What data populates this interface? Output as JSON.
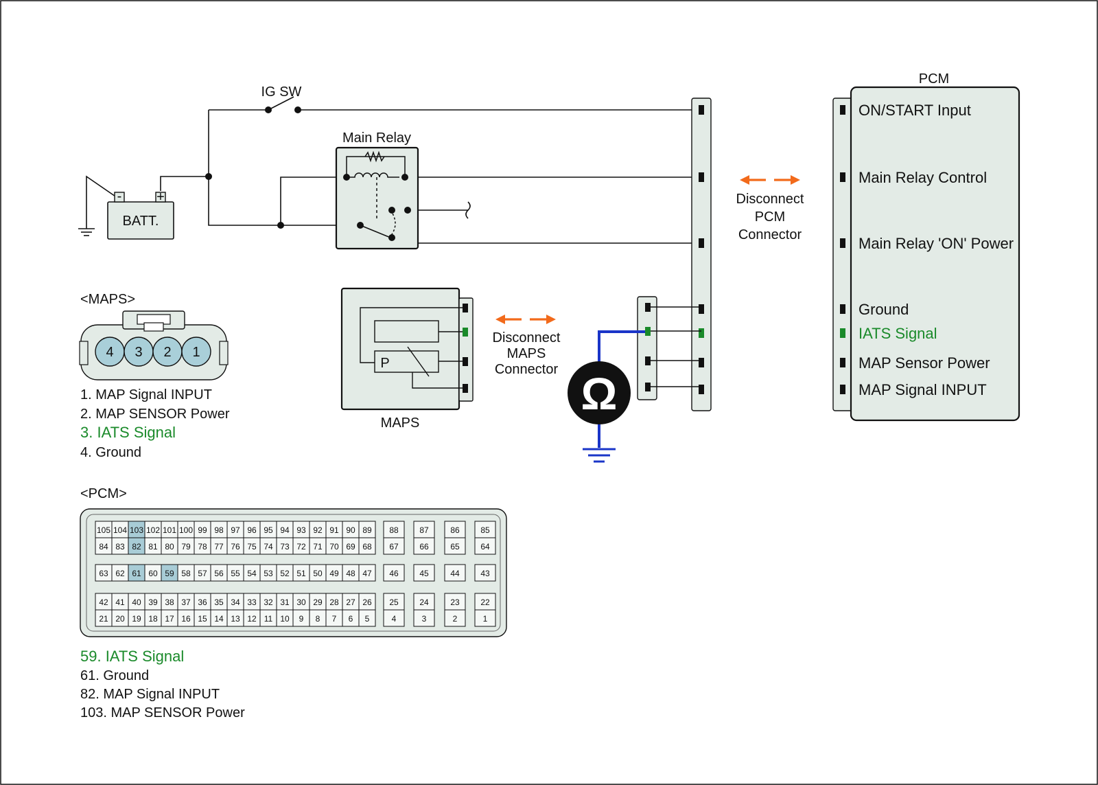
{
  "colors": {
    "wire": "#111111",
    "ground_probe": "#1a35c8",
    "disconnect_arrow": "#f26a1b",
    "highlight_text": "#1a8a2a",
    "connector_fill": "#e3ebe6",
    "pin_highlight": "#a8ccd6",
    "maps_pin_fill": "#a9cfd9"
  },
  "labels": {
    "ig_sw": "IG SW",
    "main_relay": "Main Relay",
    "battery": "BATT.",
    "maps_module": "MAPS",
    "pcm_title": "PCM",
    "disconnect_pcm": [
      "Disconnect",
      "PCM",
      "Connector"
    ],
    "disconnect_maps": [
      "Disconnect",
      "MAPS",
      "Connector"
    ],
    "ohmmeter_symbol": "Ω",
    "maps_p_symbol": "P",
    "battery_minus": "-",
    "battery_plus": "+"
  },
  "pcm_pins": [
    {
      "label": "ON/START Input",
      "highlight": false
    },
    {
      "label": "Main Relay Control",
      "highlight": false
    },
    {
      "label": "Main Relay 'ON' Power",
      "highlight": false
    },
    {
      "label": "Ground",
      "highlight": false
    },
    {
      "label": "IATS Signal",
      "highlight": true
    },
    {
      "label": "MAP Sensor Power",
      "highlight": false
    },
    {
      "label": "MAP Signal  INPUT",
      "highlight": false
    }
  ],
  "maps_connector": {
    "heading": "<MAPS>",
    "pins": [
      "4",
      "3",
      "2",
      "1"
    ],
    "legend": [
      {
        "text": "1. MAP Signal  INPUT",
        "highlight": false
      },
      {
        "text": "2. MAP SENSOR Power",
        "highlight": false
      },
      {
        "text": "3. IATS Signal",
        "highlight": true
      },
      {
        "text": "4. Ground",
        "highlight": false
      }
    ]
  },
  "pcm_connector": {
    "heading": "<PCM>",
    "highlighted_pins": [
      "103",
      "82",
      "61",
      "59"
    ],
    "rows": [
      {
        "main": [
          "105",
          "104",
          "103",
          "102",
          "101",
          "100",
          "99",
          "98",
          "97",
          "96",
          "95",
          "94",
          "93",
          "92",
          "91",
          "90",
          "89"
        ],
        "right": [
          "88",
          "87",
          "86",
          "85"
        ]
      },
      {
        "main": [
          "84",
          "83",
          "82",
          "81",
          "80",
          "79",
          "78",
          "77",
          "76",
          "75",
          "74",
          "73",
          "72",
          "71",
          "70",
          "69",
          "68"
        ],
        "right": [
          "67",
          "66",
          "65",
          "64"
        ]
      },
      {
        "main": [
          "63",
          "62",
          "61",
          "60",
          "59",
          "58",
          "57",
          "56",
          "55",
          "54",
          "53",
          "52",
          "51",
          "50",
          "49",
          "48",
          "47"
        ],
        "right": [
          "46",
          "45",
          "44",
          "43"
        ]
      },
      {
        "main": [
          "42",
          "41",
          "40",
          "39",
          "38",
          "37",
          "36",
          "35",
          "34",
          "33",
          "32",
          "31",
          "30",
          "29",
          "28",
          "27",
          "26"
        ],
        "right": [
          "25",
          "24",
          "23",
          "22"
        ]
      },
      {
        "main": [
          "21",
          "20",
          "19",
          "18",
          "17",
          "16",
          "15",
          "14",
          "13",
          "12",
          "11",
          "10",
          "9",
          "8",
          "7",
          "6",
          "5"
        ],
        "right": [
          "4",
          "3",
          "2",
          "1"
        ]
      }
    ],
    "legend": [
      {
        "text": "59. IATS Signal",
        "highlight": true
      },
      {
        "text": "61. Ground",
        "highlight": false
      },
      {
        "text": "82. MAP Signal  INPUT",
        "highlight": false
      },
      {
        "text": "103. MAP SENSOR Power",
        "highlight": false
      }
    ]
  }
}
